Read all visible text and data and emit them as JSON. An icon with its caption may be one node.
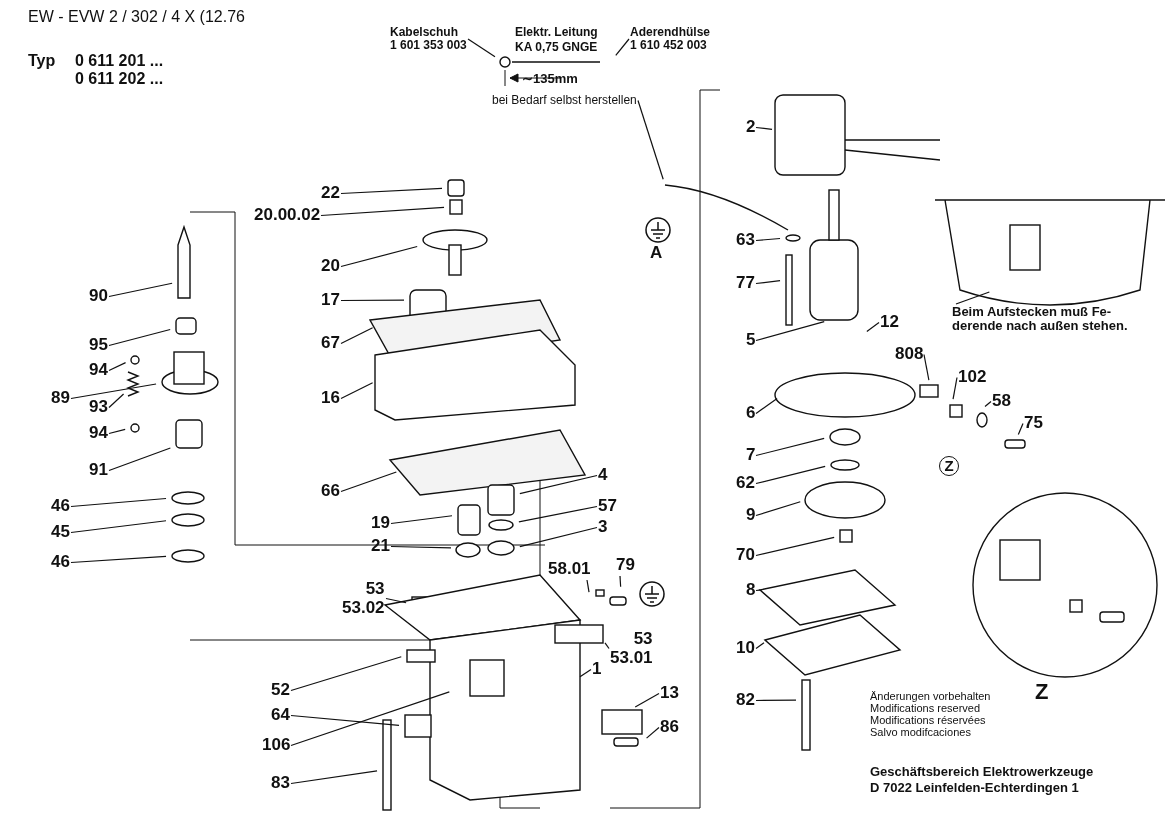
{
  "diagram": {
    "title": "EW - EVW 2 / 302 / 4 X (12.76",
    "nodes": [
      {
        "text": [
          "Kabelschuh",
          "1 601 353 003"
        ]
      },
      {
        "text": [
          "Aderendhülse",
          "1 610 452 003"
        ]
      },
      {
        "text": [
          "bei Bedarf selbst herstellen"
        ]
      },
      {
        "text": [
          "Beim Aufstecken muß Fe- derende nach außen stehen."
        ]
      },
      {
        "text": [
          "90"
        ]
      },
      {
        "text": [
          "95"
        ]
      },
      {
        "text": [
          "94"
        ]
      },
      {
        "text": [
          "89"
        ]
      },
      {
        "text": [
          "93"
        ]
      },
      {
        "text": [
          "94"
        ]
      },
      {
        "text": [
          "91"
        ]
      },
      {
        "text": [
          "46"
        ]
      },
      {
        "text": [
          "45"
        ]
      },
      {
        "text": [
          "46"
        ]
      },
      {
        "text": [
          "22"
        ]
      },
      {
        "text": [
          "20.00.02"
        ]
      },
      {
        "text": [
          "20"
        ]
      },
      {
        "text": [
          "17"
        ]
      },
      {
        "text": [
          "67"
        ]
      },
      {
        "text": [
          "16"
        ]
      },
      {
        "text": [
          "66"
        ]
      },
      {
        "text": [
          "19"
        ]
      },
      {
        "text": [
          "21"
        ]
      },
      {
        "text": [
          "53",
          "53.02"
        ]
      },
      {
        "text": [
          "4"
        ]
      },
      {
        "text": [
          "57"
        ]
      },
      {
        "text": [
          "3"
        ]
      },
      {
        "text": [
          "58.01"
        ]
      },
      {
        "text": [
          "79"
        ]
      },
      {
        "text": [
          "53",
          "53.01"
        ]
      },
      {
        "text": [
          "1"
        ]
      },
      {
        "text": [
          "52"
        ]
      },
      {
        "text": [
          "64"
        ]
      },
      {
        "text": [
          "106"
        ]
      },
      {
        "text": [
          "83"
        ]
      },
      {
        "text": [
          "13"
        ]
      },
      {
        "text": [
          "86"
        ]
      },
      {
        "text": [
          "2"
        ]
      },
      {
        "text": [
          "63"
        ]
      },
      {
        "text": [
          "77"
        ]
      },
      {
        "text": [
          "5"
        ]
      },
      {
        "text": [
          "12"
        ]
      },
      {
        "text": [
          "808"
        ]
      },
      {
        "text": [
          "102"
        ]
      },
      {
        "text": [
          "58"
        ]
      },
      {
        "text": [
          "75"
        ]
      },
      {
        "text": [
          "6"
        ]
      },
      {
        "text": [
          "7"
        ]
      },
      {
        "text": [
          "62"
        ]
      },
      {
        "text": [
          "9"
        ]
      },
      {
        "text": [
          "70"
        ]
      },
      {
        "text": [
          "8"
        ]
      },
      {
        "text": [
          "10"
        ]
      },
      {
        "text": [
          "82"
        ]
      }
    ],
    "edges": [
      {
        "from": 0,
        "to": null,
        "arrow": "none"
      },
      {
        "from": 1,
        "to": null,
        "arrow": "none"
      },
      {
        "from": 2,
        "to": null,
        "arrow": "none"
      },
      {
        "from": 3,
        "to": null,
        "arrow": "none"
      },
      {
        "from": 4,
        "to": null,
        "arrow": "none"
      },
      {
        "from": 5,
        "to": null,
        "arrow": "none"
      },
      {
        "from": 6,
        "to": null,
        "arrow": "none"
      },
      {
        "from": 7,
        "to": null,
        "arrow": "none"
      },
      {
        "from": 8,
        "to": null,
        "arrow": "none"
      },
      {
        "from": 9,
        "to": null,
        "arrow": "none"
      },
      {
        "from": 10,
        "to": null,
        "arrow": "none"
      },
      {
        "from": 11,
        "to": null,
        "arrow": "none"
      },
      {
        "from": 12,
        "to": null,
        "arrow": "none"
      },
      {
        "from": 13,
        "to": null,
        "arrow": "none"
      },
      {
        "from": 14,
        "to": null,
        "arrow": "none"
      },
      {
        "from": 15,
        "to": null,
        "arrow": "none"
      },
      {
        "from": 16,
        "to": null,
        "arrow": "none"
      },
      {
        "from": 17,
        "to": null,
        "arrow": "none"
      },
      {
        "from": 18,
        "to": null,
        "arrow": "none"
      },
      {
        "from": 19,
        "to": null,
        "arrow": "none"
      },
      {
        "from": 20,
        "to": null,
        "arrow": "none"
      },
      {
        "from": 21,
        "to": null,
        "arrow": "none"
      },
      {
        "from": 22,
        "to": null,
        "arrow": "none"
      },
      {
        "from": 23,
        "to": null,
        "arrow": "none"
      },
      {
        "from": 24,
        "to": null,
        "arrow": "none"
      },
      {
        "from": 25,
        "to": null,
        "arrow": "none"
      },
      {
        "from": 26,
        "to": null,
        "arrow": "none"
      },
      {
        "from": 27,
        "to": null,
        "arrow": "none"
      },
      {
        "from": 28,
        "to": null,
        "arrow": "none"
      },
      {
        "from": 29,
        "to": null,
        "arrow": "none"
      },
      {
        "from": 30,
        "to": null,
        "arrow": "none"
      },
      {
        "from": 31,
        "to": null,
        "arrow": "none"
      },
      {
        "from": 32,
        "to": null,
        "arrow": "none"
      },
      {
        "from": 33,
        "to": null,
        "arrow": "none"
      },
      {
        "from": 34,
        "to": null,
        "arrow": "none"
      },
      {
        "from": 35,
        "to": null,
        "arrow": "none"
      },
      {
        "from": 36,
        "to": null,
        "arrow": "none"
      },
      {
        "from": 37,
        "to": null,
        "arrow": "none"
      },
      {
        "from": 38,
        "to": null,
        "arrow": "none"
      },
      {
        "from": 39,
        "to": null,
        "arrow": "none"
      },
      {
        "from": 40,
        "to": null,
        "arrow": "none"
      },
      {
        "from": 41,
        "to": null,
        "arrow": "none"
      },
      {
        "from": 42,
        "to": null,
        "arrow": "none"
      },
      {
        "from": 43,
        "to": null,
        "arrow": "none"
      },
      {
        "from": 44,
        "to": null,
        "arrow": "none"
      },
      {
        "from": 45,
        "to": null,
        "arrow": "none"
      },
      {
        "from": 46,
        "to": null,
        "arrow": "none"
      },
      {
        "from": 47,
        "to": null,
        "arrow": "none"
      },
      {
        "from": 48,
        "to": null,
        "arrow": "none"
      },
      {
        "from": 49,
        "to": null,
        "arrow": "none"
      },
      {
        "from": 50,
        "to": null,
        "arrow": "none"
      },
      {
        "from": 51,
        "to": null,
        "arrow": "none"
      },
      {
        "from": 52,
        "to": null,
        "arrow": "none"
      },
      {
        "from": 53,
        "to": null,
        "arrow": "none"
      }
    ],
    "labels": [
      "Typ",
      "0 611 201 ...",
      "0 611 202 ...",
      "Elektr. Leitung",
      "KA 0,75 GNGE",
      "∼135mm",
      "A",
      "Z",
      "Z",
      "Änderungen vorbehalten",
      "Modifications reserved",
      "Modifications réservées",
      "Salvo modifcaciones",
      "Geschäftsbereich Elektrowerkzeuge",
      "D 7022 Leinfelden-Echterdingen 1"
    ]
  }
}
